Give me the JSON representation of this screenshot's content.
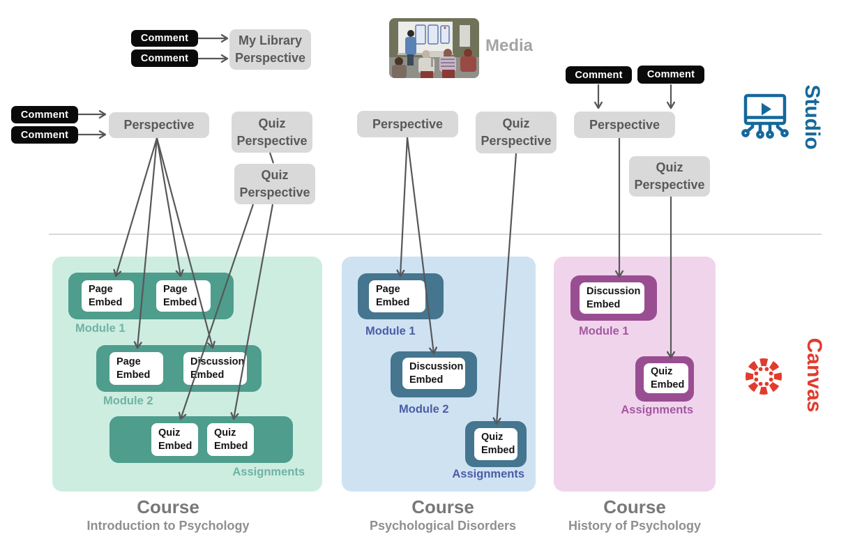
{
  "top": {
    "library": {
      "comments": [
        "Comment",
        "Comment"
      ],
      "box": {
        "line1": "My Library",
        "line2": "Perspective"
      }
    },
    "media_label": "Media",
    "left": {
      "comments": [
        "Comment",
        "Comment"
      ],
      "perspective": "Perspective",
      "quiz_top": {
        "line1": "Quiz",
        "line2": "Perspective"
      },
      "quiz_bottom": {
        "line1": "Quiz",
        "line2": "Perspective"
      }
    },
    "middle": {
      "perspective": "Perspective",
      "quiz": {
        "line1": "Quiz",
        "line2": "Perspective"
      }
    },
    "right": {
      "comments": [
        "Comment",
        "Comment"
      ],
      "perspective": "Perspective",
      "quiz": {
        "line1": "Quiz",
        "line2": "Perspective"
      }
    },
    "studio_label": "Studio"
  },
  "courses": [
    {
      "title": "Course",
      "subtitle": "Introduction to Psychology",
      "modules": [
        {
          "label": "Module 1",
          "embeds": [
            {
              "line1": "Page",
              "line2": "Embed"
            },
            {
              "line1": "Page",
              "line2": "Embed"
            }
          ]
        },
        {
          "label": "Module 2",
          "embeds": [
            {
              "line1": "Page",
              "line2": "Embed"
            },
            {
              "line1": "Discussion",
              "line2": "Embed"
            }
          ]
        },
        {
          "label": "Assignments",
          "embeds": [
            {
              "line1": "Quiz",
              "line2": "Embed"
            },
            {
              "line1": "Quiz",
              "line2": "Embed"
            }
          ]
        }
      ]
    },
    {
      "title": "Course",
      "subtitle": "Psychological Disorders",
      "modules": [
        {
          "label": "Module 1",
          "embeds": [
            {
              "line1": "Page",
              "line2": "Embed"
            }
          ]
        },
        {
          "label": "Module 2",
          "embeds": [
            {
              "line1": "Discussion",
              "line2": "Embed"
            }
          ]
        },
        {
          "label": "Assignments",
          "embeds": [
            {
              "line1": "Quiz",
              "line2": "Embed"
            }
          ]
        }
      ]
    },
    {
      "title": "Course",
      "subtitle": "History of Psychology",
      "modules": [
        {
          "label": "Module 1",
          "embeds": [
            {
              "line1": "Discussion",
              "line2": "Embed"
            }
          ]
        },
        {
          "label": "Assignments",
          "embeds": [
            {
              "line1": "Quiz",
              "line2": "Embed"
            }
          ]
        }
      ]
    }
  ],
  "canvas_label": "Canvas",
  "colors": {
    "studio_blue": "#15689B",
    "canvas_red": "#E03C2E",
    "arrow": "#57575A",
    "gray_box_bg": "#D9D9D9",
    "gray_box_text": "#58595B",
    "comment_bg": "#0A0A0A",
    "comment_text": "#FFFFFF",
    "green_card_bg": "#CDEDE1",
    "green_block": "#4F9D8D",
    "green_label": "#6FB3A3",
    "blue_card_bg": "#CEE2F2",
    "blue_block": "#45758F",
    "blue_label": "#4C5CA6",
    "pink_card_bg": "#F0D4EC",
    "pink_block": "#9A4E92",
    "pink_label": "#A458A0",
    "course_title": "#77787A",
    "course_subtitle": "#8E8F91",
    "divider": "#D9D9D9",
    "media_label": "#A3A4A6"
  }
}
